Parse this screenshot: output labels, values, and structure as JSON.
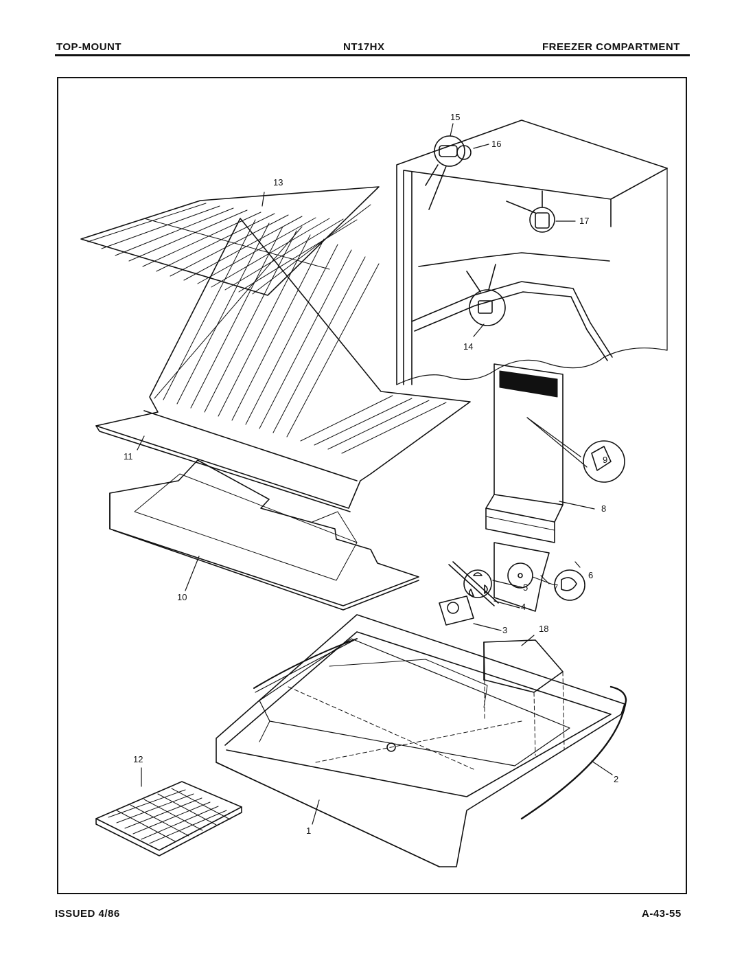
{
  "header": {
    "left": "TOP-MOUNT",
    "center": "NT17HX",
    "right": "FREEZER COMPARTMENT"
  },
  "footer": {
    "left": "ISSUED 4/86",
    "right": "A-43-55"
  },
  "callouts": {
    "c1": "1",
    "c2": "2",
    "c3": "3",
    "c4": "4",
    "c5": "5",
    "c6": "6",
    "c7": "7",
    "c8": "8",
    "c9": "9",
    "c10": "10",
    "c11": "11",
    "c12": "12",
    "c13": "13",
    "c14": "14",
    "c15": "15",
    "c16": "16",
    "c17": "17",
    "c18": "18"
  }
}
